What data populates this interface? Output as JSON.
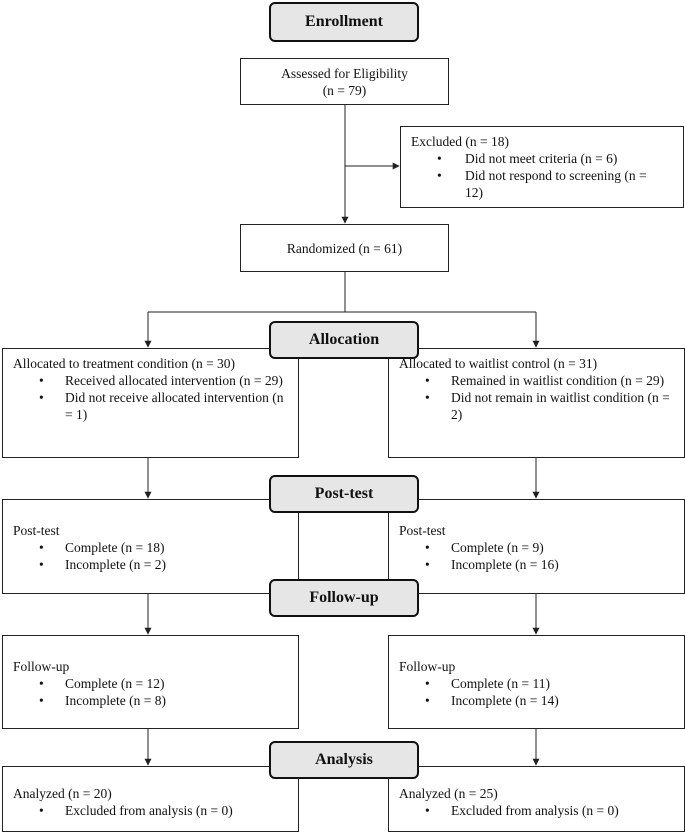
{
  "phases": {
    "enrollment": "Enrollment",
    "allocation": "Allocation",
    "posttest": "Post-test",
    "followup": "Follow-up",
    "analysis": "Analysis"
  },
  "assessed": {
    "line1": "Assessed for Eligibility",
    "line2": "(n = 79)"
  },
  "excluded": {
    "title": "Excluded (n = 18)",
    "items": [
      "Did not meet criteria (n = 6)",
      "Did not respond to screening (n = 12)"
    ]
  },
  "randomized": "Randomized (n = 61)",
  "allocation": {
    "left": {
      "title": "Allocated to treatment condition (n = 30)",
      "items": [
        "Received allocated intervention (n = 29)",
        "Did not receive allocated intervention (n = 1)"
      ]
    },
    "right": {
      "title": "Allocated to waitlist control (n = 31)",
      "items": [
        "Remained in waitlist condition (n = 29)",
        "Did not remain in waitlist condition (n = 2)"
      ]
    }
  },
  "posttest": {
    "left": {
      "title": "Post-test",
      "items": [
        "Complete (n = 18)",
        "Incomplete (n = 2)"
      ]
    },
    "right": {
      "title": "Post-test",
      "items": [
        "Complete (n = 9)",
        "Incomplete (n = 16)"
      ]
    }
  },
  "followup": {
    "left": {
      "title": "Follow-up",
      "items": [
        "Complete (n = 12)",
        "Incomplete (n = 8)"
      ]
    },
    "right": {
      "title": "Follow-up",
      "items": [
        "Complete (n = 11)",
        "Incomplete (n = 14)"
      ]
    }
  },
  "analysis": {
    "left": {
      "title": "Analyzed (n = 20)",
      "items": [
        "Excluded from analysis (n = 0)"
      ]
    },
    "right": {
      "title": "Analyzed (n = 25)",
      "items": [
        "Excluded from analysis (n = 0)"
      ]
    }
  }
}
